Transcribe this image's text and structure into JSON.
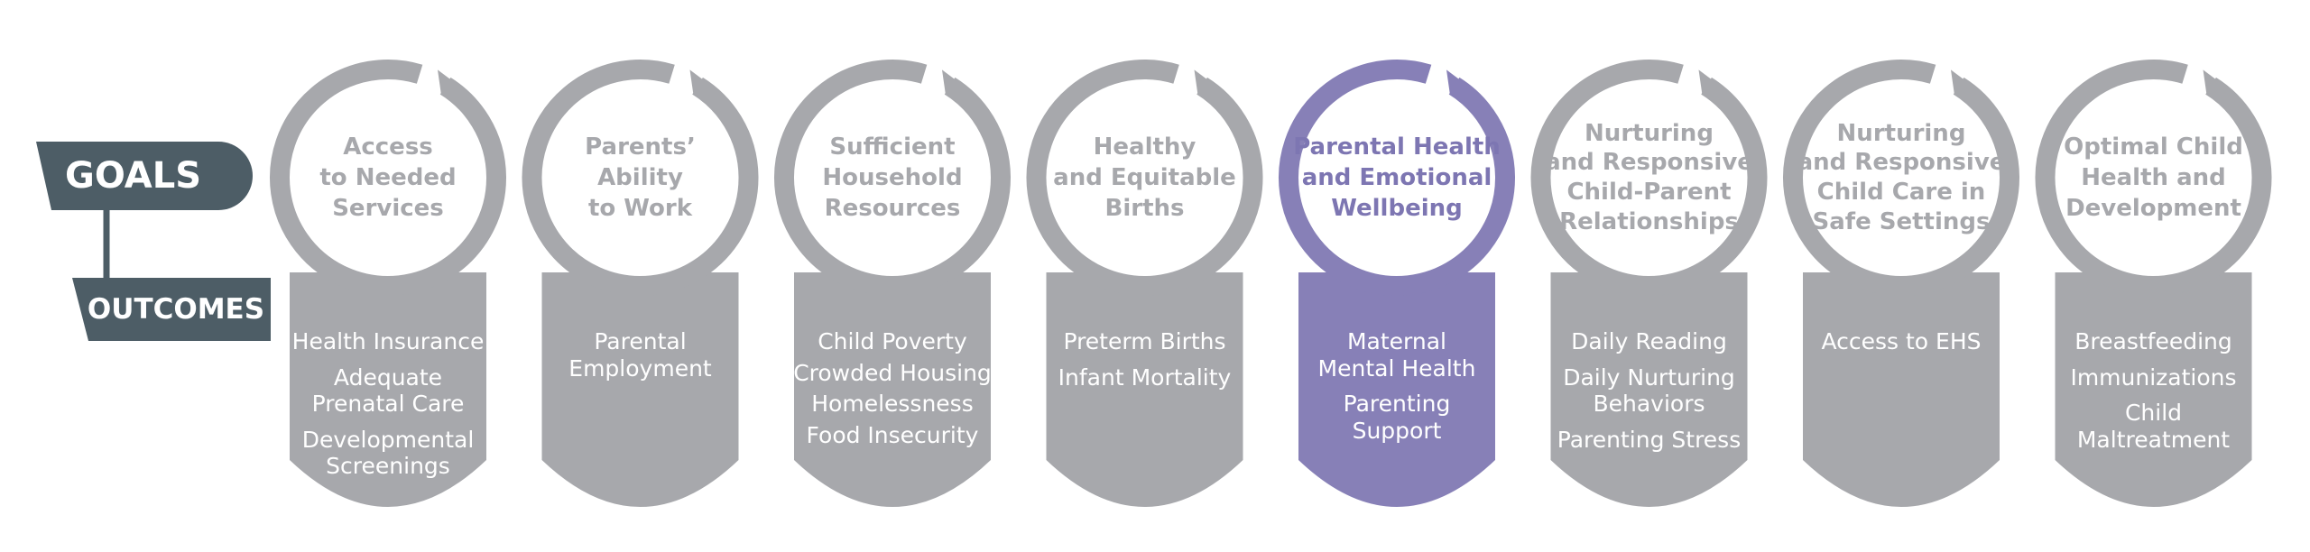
{
  "labels": {
    "goals": "GOALS",
    "outcomes": "OUTCOMES"
  },
  "colors": {
    "gray": "#a7a8ac",
    "gray_text": "#a7a8ac",
    "purple": "#8780b7",
    "purple_text": "#7d76b2",
    "dark_slate": "#4d5d66"
  },
  "goals": [
    {
      "id": "services",
      "goal": [
        "Access",
        "to Needed",
        "Services"
      ],
      "outcomes": [
        [
          "Health Insurance"
        ],
        [
          "Adequate",
          "Prenatal Care"
        ],
        [
          "Developmental",
          "Screenings"
        ]
      ],
      "highlighted": false
    },
    {
      "id": "work",
      "goal": [
        "Parents’",
        "Ability",
        "to Work"
      ],
      "outcomes": [
        [
          "Parental",
          "Employment"
        ]
      ],
      "highlighted": false
    },
    {
      "id": "resources",
      "goal": [
        "Sufficient",
        "Household",
        "Resources"
      ],
      "outcomes": [
        [
          "Child Poverty"
        ],
        [
          "Crowded Housing"
        ],
        [
          "Homelessness"
        ],
        [
          "Food Insecurity"
        ]
      ],
      "highlighted": false
    },
    {
      "id": "births",
      "goal": [
        "Healthy",
        "and Equitable",
        "Births"
      ],
      "outcomes": [
        [
          "Preterm Births"
        ],
        [
          "Infant Mortality"
        ]
      ],
      "highlighted": false
    },
    {
      "id": "parental-health",
      "goal": [
        "Parental Health",
        "and Emotional",
        "Wellbeing"
      ],
      "outcomes": [
        [
          "Maternal",
          "Mental Health"
        ],
        [
          "Parenting",
          "Support"
        ]
      ],
      "highlighted": true
    },
    {
      "id": "child-parent",
      "goal": [
        "Nurturing",
        "and Responsive",
        "Child-Parent",
        "Relationships"
      ],
      "outcomes": [
        [
          "Daily Reading"
        ],
        [
          "Daily Nurturing",
          "Behaviors"
        ],
        [
          "Parenting Stress"
        ]
      ],
      "highlighted": false
    },
    {
      "id": "child-care",
      "goal": [
        "Nurturing",
        "and Responsive",
        "Child Care in",
        "Safe Settings"
      ],
      "outcomes": [
        [
          "Access to EHS"
        ]
      ],
      "highlighted": false
    },
    {
      "id": "child-health",
      "goal": [
        "Optimal Child",
        "Health and",
        "Development"
      ],
      "outcomes": [
        [
          "Breastfeeding"
        ],
        [
          "Immunizations"
        ],
        [
          "Child",
          "Maltreatment"
        ]
      ],
      "highlighted": false
    }
  ]
}
